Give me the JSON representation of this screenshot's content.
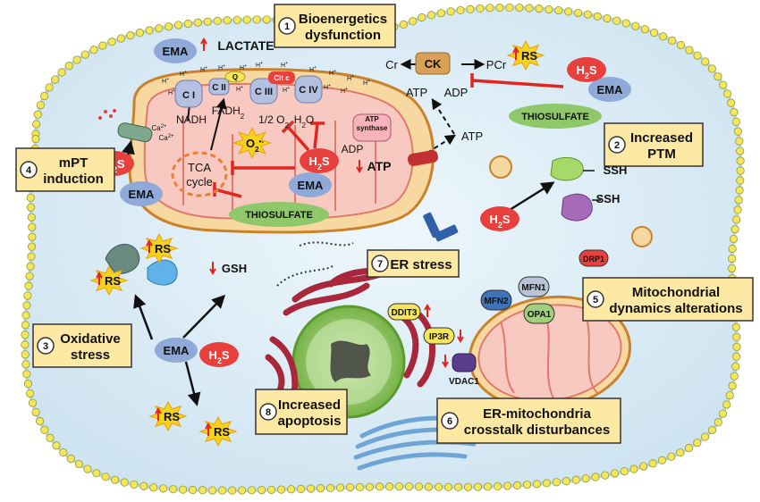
{
  "boxes": [
    {
      "num": "1",
      "lines": [
        "Bioenergetics",
        "dysfunction"
      ]
    },
    {
      "num": "2",
      "lines": [
        "Increased",
        "PTM"
      ]
    },
    {
      "num": "3",
      "lines": [
        "Oxidative",
        "stress"
      ]
    },
    {
      "num": "4",
      "lines": [
        "mPT",
        "induction"
      ]
    },
    {
      "num": "5",
      "lines": [
        "Mitochondrial",
        "dynamics alterations"
      ]
    },
    {
      "num": "6",
      "lines": [
        "ER-mitochondria",
        "crosstalk disturbances"
      ]
    },
    {
      "num": "7",
      "lines": [
        "ER stress"
      ]
    },
    {
      "num": "8",
      "lines": [
        "Increased",
        "apoptosis"
      ]
    }
  ],
  "labels": {
    "ema": "EMA",
    "h2s_main": "H",
    "h2s_sub": "2",
    "h2s_end": "S",
    "thiosulfate": "THIOSULFATE",
    "lactate": "LACTATE",
    "rs": "RS",
    "gsh": "GSH",
    "ssh": "SSH",
    "ck": "CK",
    "cr": "Cr",
    "pcr": "PCr",
    "atp": "ATP",
    "adp": "ADP",
    "nadh": "NADH",
    "fadh": "FADH",
    "fadh_sub": "2",
    "ci": "C I",
    "cii": "C II",
    "ciii": "C III",
    "civ": "C IV",
    "q": "Q",
    "cytc": "Cit c",
    "oxygen": "1/2 O",
    "oxygen_sub": "2",
    "water": "H",
    "water_sub": "2",
    "water_end": "O",
    "superoxide": "O",
    "superoxide_sub": "2",
    "superoxide_sup": "•-",
    "atp_synthase_1": "ATP",
    "atp_synthase_2": "synthase",
    "tca_1": "TCA",
    "tca_2": "cycle",
    "ca": "Ca",
    "ca_sup": "2+",
    "hplus": "H",
    "hplus_sup": "+",
    "ddit3": "DDIT3",
    "ip3r": "IP3R",
    "vdac1": "VDAC1",
    "drp1": "DRP1",
    "mfn1": "MFN1",
    "mfn2": "MFN2",
    "opa1": "OPA1"
  },
  "colors": {
    "box_fill": "#fde9a4",
    "ema_fill": "#8fa9d8",
    "h2s_fill": "#e8403c",
    "thio_fill": "#8ec86a",
    "inhibit": "#e0261e",
    "membrane_bead": "#f4e55a",
    "cytoplasm": "#dfeef7",
    "mito_fill": "#f8c9c1"
  }
}
